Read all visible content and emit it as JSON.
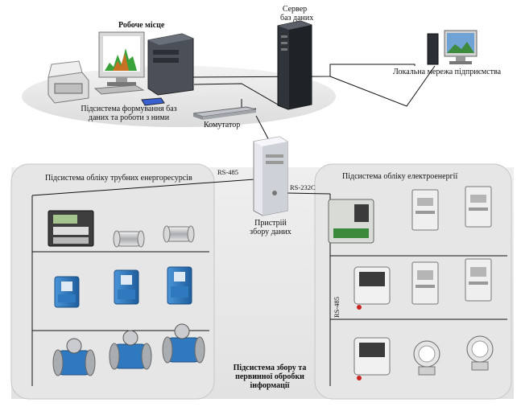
{
  "labels": {
    "workstation": "Робоче місце",
    "db_server": [
      "Сервер",
      "баз даних"
    ],
    "local_network": "Локальна мережа підприємства",
    "db_subsystem": [
      "Підсистема формування баз",
      "даних та роботи з ними"
    ],
    "switch": "Комутатор",
    "pipe_subsystem": "Підсистема обліку трубних енергоресурсів",
    "electric_subsystem": "Підсистема обліку електроенергії",
    "rs485_top": "RS-485",
    "rs232": "RS-232C",
    "rs485_vertical": "RS-485",
    "collector": [
      "Пристрій",
      "збору даних"
    ],
    "collection_subsystem": [
      "Підсистема збору та",
      "первинної обробки",
      "інформації"
    ]
  },
  "colors": {
    "panel_bg": "#e9e9e9",
    "panel_border": "#b9b9b9",
    "wire": "#111111",
    "meter_blue": "#2f79bf",
    "meter_blue_dark": "#1c4f86",
    "computer_grey": "#c8cbd0",
    "server_dark": "#3a3f47"
  },
  "icons": [
    "printer-icon",
    "monitor-icon",
    "computer-tower-icon",
    "server-icon",
    "network-switch-icon",
    "data-collector-icon",
    "desktop-computer-icon",
    "heat-calculator-icon",
    "flow-sensor-icon",
    "blue-flowmeter-icon",
    "electromagnetic-flowmeter-icon",
    "electricity-meter-icon",
    "digital-meter-icon"
  ]
}
